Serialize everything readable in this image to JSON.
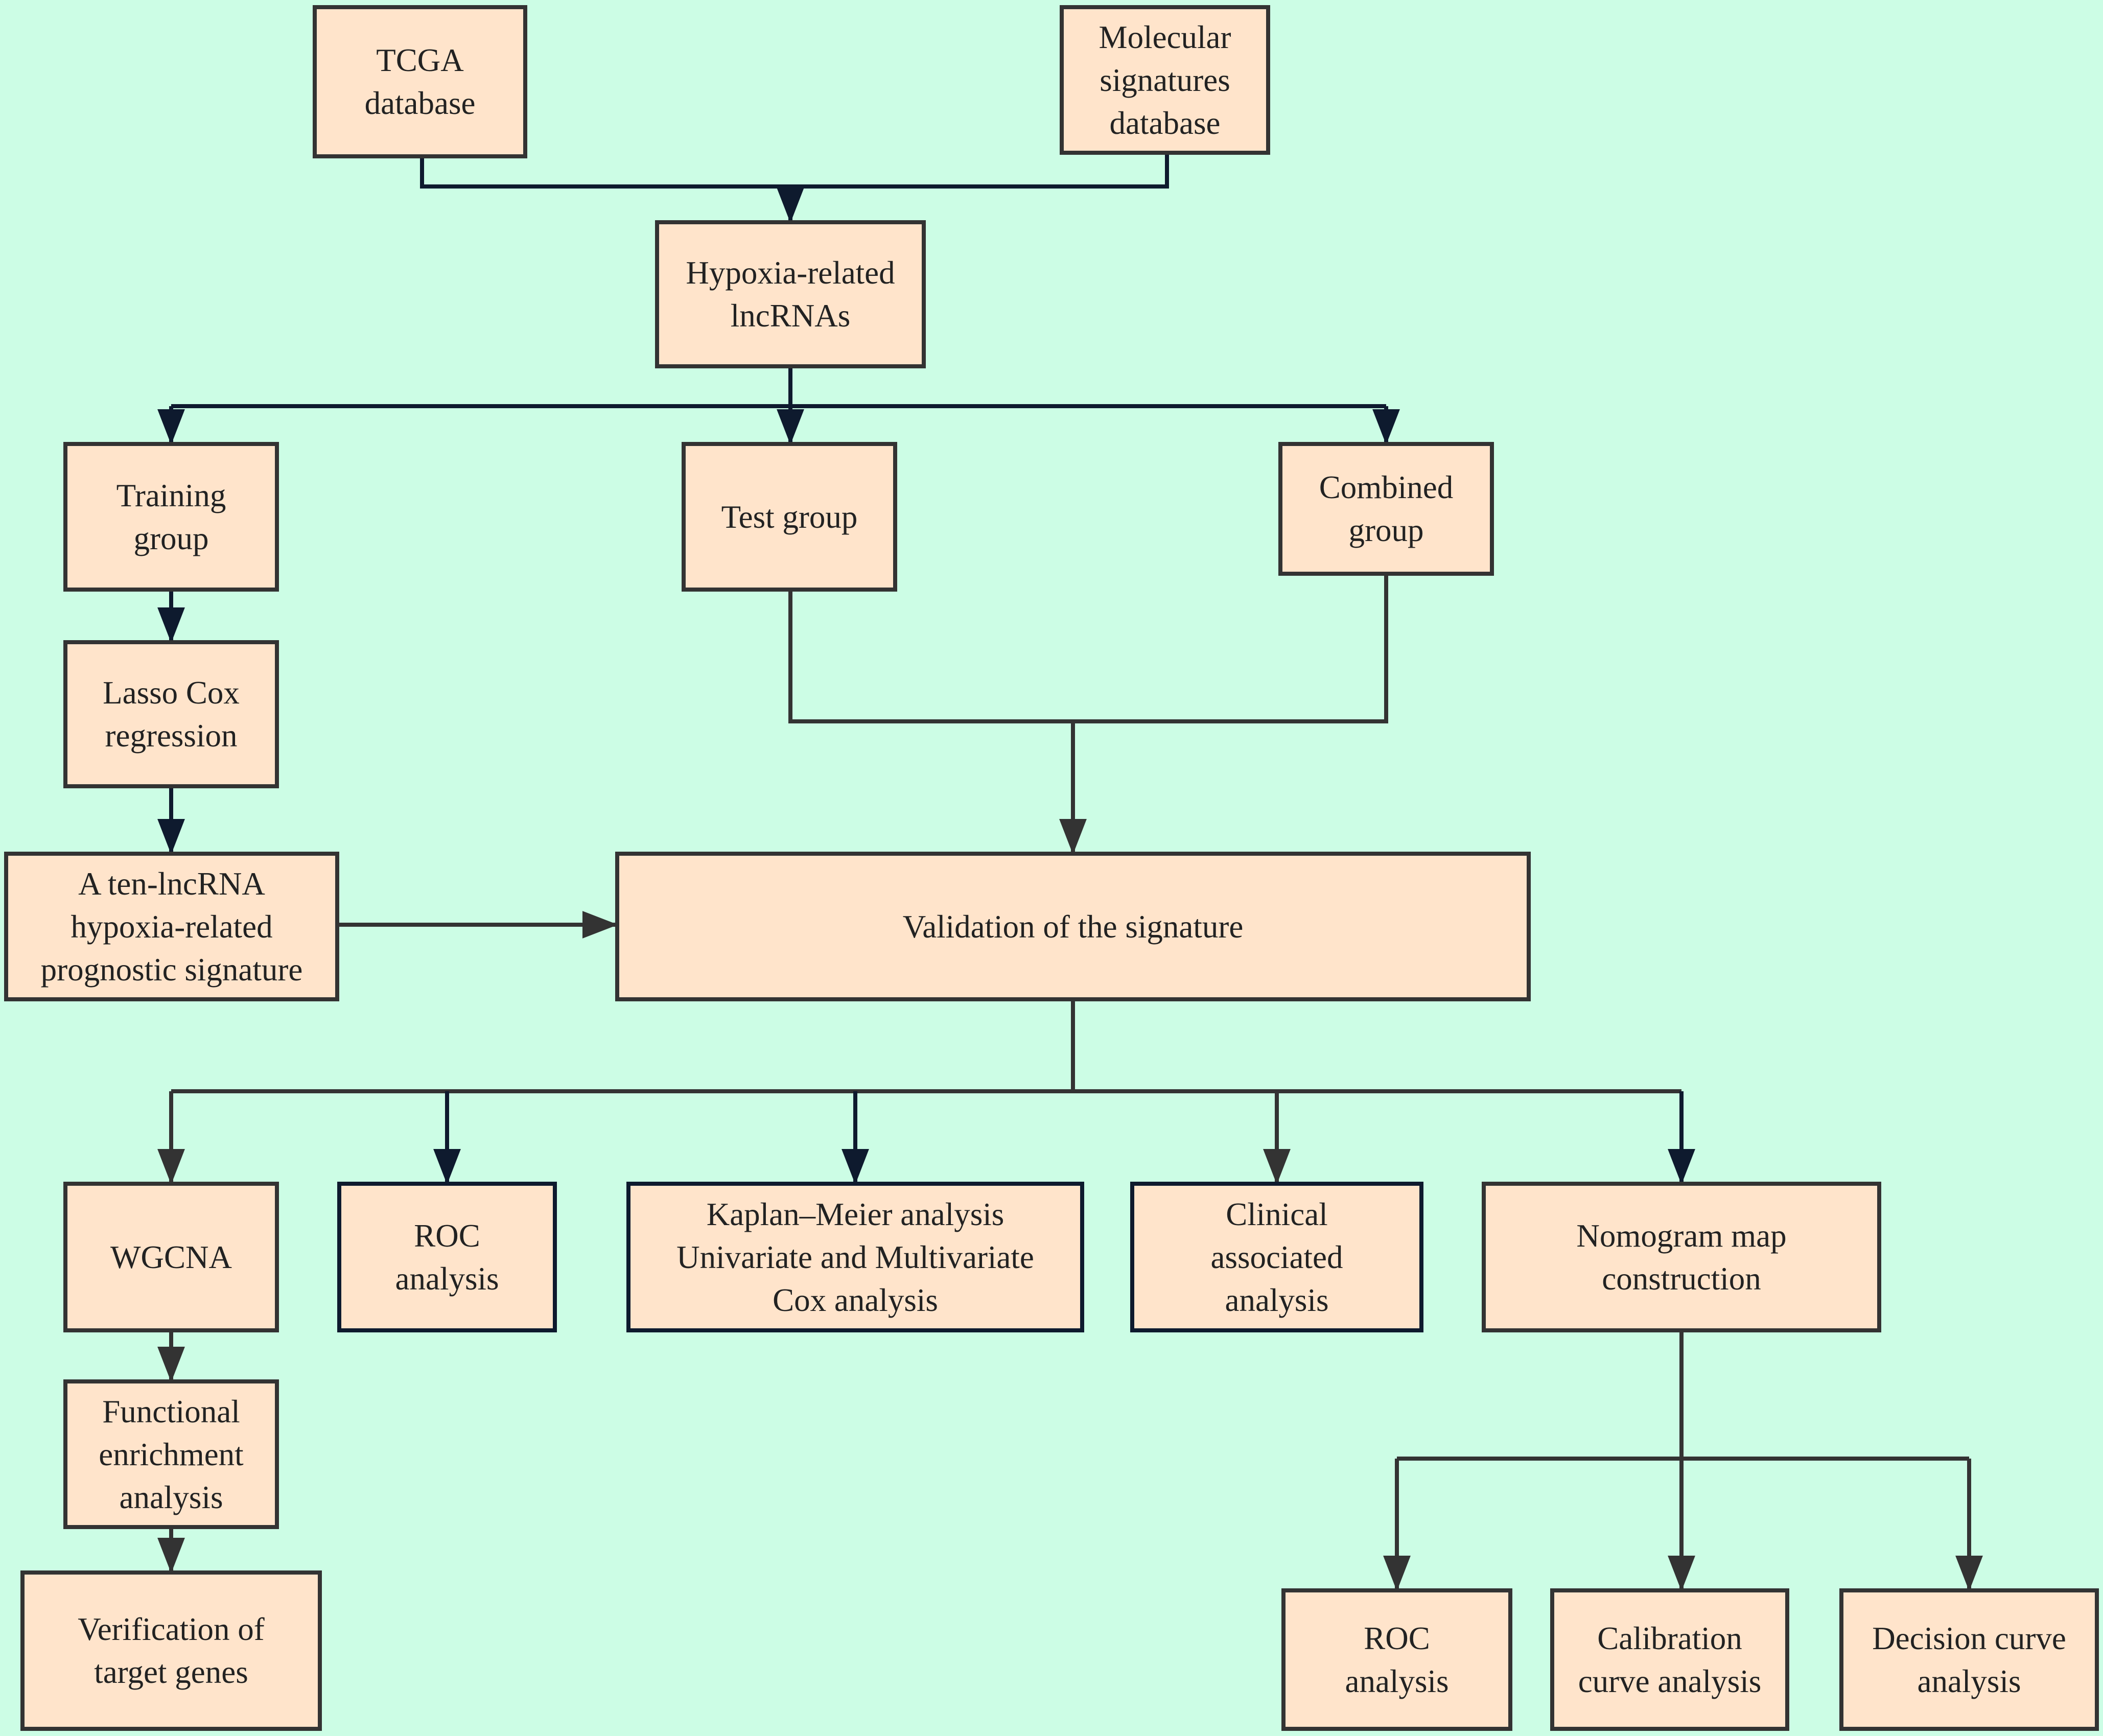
{
  "colors": {
    "background": "#ccfde5",
    "node_fill": "#ffe4cb",
    "node_border": "#333333",
    "node_border_dark": "#0e1a2e",
    "edge_gray": "#333333",
    "edge_navy": "#0e1a2e"
  },
  "nodes": {
    "tcga": "TCGA\ndatabase",
    "molsig": "Molecular\nsignatures\ndatabase",
    "hypoxia": "Hypoxia-related\nlncRNAs",
    "training": "Training\ngroup",
    "test": "Test group",
    "combined": "Combined\ngroup",
    "lasso": "Lasso Cox\nregression",
    "signature": "A ten-lncRNA\nhypoxia-related\nprognostic signature",
    "validation": "Validation of the signature",
    "wgcna": "WGCNA",
    "roc1": "ROC\nanalysis",
    "km": "Kaplan–Meier analysis\nUnivariate and Multivariate\nCox analysis",
    "clinical": "Clinical\nassociated\nanalysis",
    "nomogram": "Nomogram map\nconstruction",
    "functional": "Functional\nenrichment\nanalysis",
    "verification": "Verification of\ntarget genes",
    "roc2": "ROC\nanalysis",
    "calibration": "Calibration\ncurve   analysis",
    "decision": "Decision curve\nanalysis"
  }
}
